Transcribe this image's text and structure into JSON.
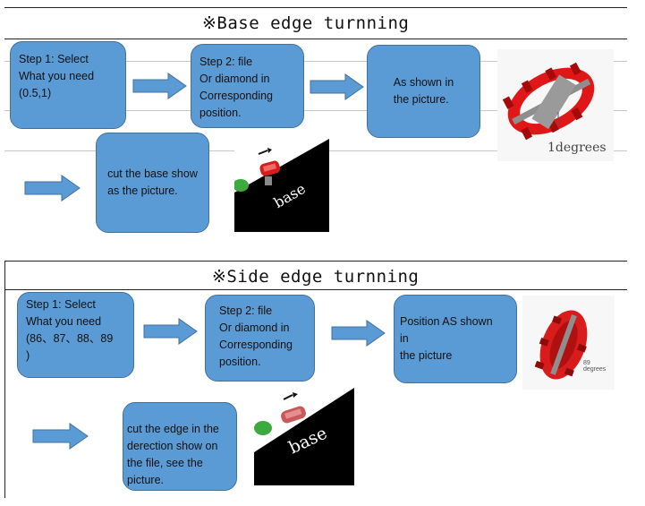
{
  "section1": {
    "title": "※Base edge turnning",
    "step1": "Step 1: Select\nWhat you need\n(0.5,1)",
    "step2": "Step 2: file\nOr diamond in\nCorresponding\nposition.",
    "step3": "As shown in\nthe picture.",
    "step4": "cut the base show\nas the picture.",
    "image_label": "1degrees",
    "base_label": "base"
  },
  "section2": {
    "title": "※Side edge turnning",
    "step1": "Step 1: Select\nWhat you need\n(86、87、88、89\n)",
    "step2": "Step 2: file\nOr diamond in\nCorresponding\nposition.",
    "step3": "Position AS shown\nin\nthe picture",
    "step4": "cut the edge in the\nderection show on\nthe file, see the\npicture.",
    "image_label": "89 degrees",
    "base_label": "base"
  },
  "colors": {
    "box_fill": "#5b9bd5",
    "box_border": "#41719c",
    "arrow": "#5b9bd5",
    "gem": "#d81b1b"
  }
}
